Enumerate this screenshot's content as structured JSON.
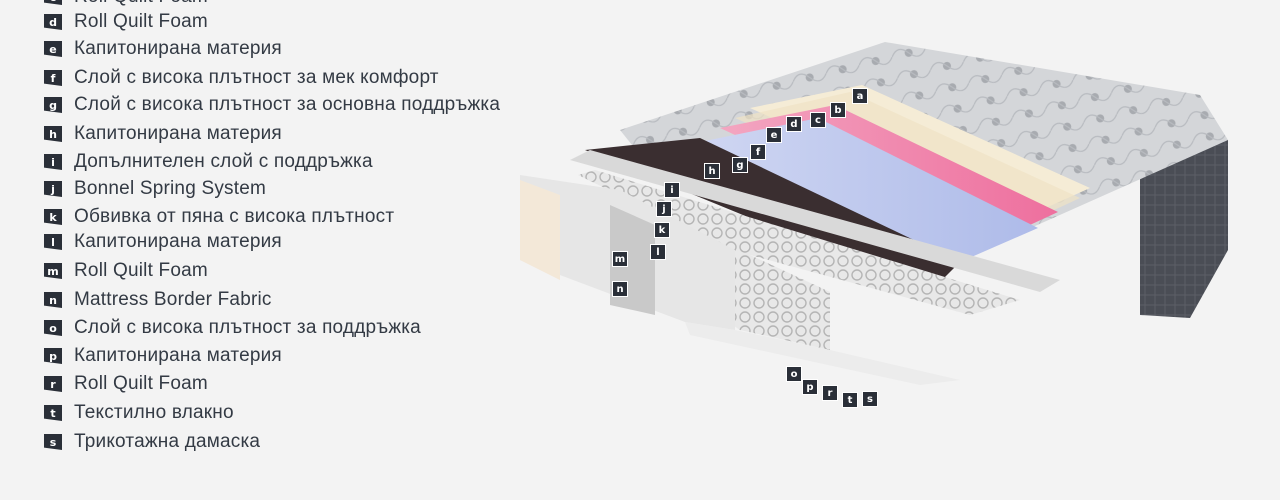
{
  "legend": [
    {
      "letter": "c",
      "label": "Roll Quilt Foam"
    },
    {
      "letter": "d",
      "label": "Roll Quilt Foam"
    },
    {
      "letter": "e",
      "label": "Капитонирана материя"
    },
    {
      "letter": "f",
      "label": "Слой с висока плътност за мек комфорт"
    },
    {
      "letter": "g",
      "label": "Слой с висока плътност за основна поддръжка"
    },
    {
      "letter": "h",
      "label": "Капитонирана материя"
    },
    {
      "letter": "i",
      "label": "Допълнителен слой с поддръжка"
    },
    {
      "letter": "j",
      "label": "Bonnel Spring System"
    },
    {
      "letter": "k",
      "label": "Обвивка от пяна с висока плътност"
    },
    {
      "letter": "l",
      "label": "Капитонирана материя"
    },
    {
      "letter": "m",
      "label": "Roll Quilt Foam"
    },
    {
      "letter": "n",
      "label": "Mattress Border Fabric"
    },
    {
      "letter": "o",
      "label": "Слой с висока плътност за поддръжка"
    },
    {
      "letter": "p",
      "label": "Капитонирана материя"
    },
    {
      "letter": "r",
      "label": "Roll Quilt Foam"
    },
    {
      "letter": "t",
      "label": "Текстилно влакно"
    },
    {
      "letter": "s",
      "label": "Трикотажна дамаска"
    }
  ],
  "markers": [
    "a",
    "b",
    "c",
    "d",
    "e",
    "f",
    "g",
    "h",
    "i",
    "j",
    "k",
    "l",
    "m",
    "n",
    "o",
    "p",
    "r",
    "t",
    "s"
  ],
  "colors": {
    "background": "#f3f3f3",
    "tag": "#2a2f38",
    "text": "#333a44",
    "pink_layer": "#f07aa5",
    "blue_layer": "#b8c4ee",
    "cream_layer": "#f5ecd6",
    "dark_band": "#3a2e30",
    "side_fabric": "#4a4d55"
  }
}
